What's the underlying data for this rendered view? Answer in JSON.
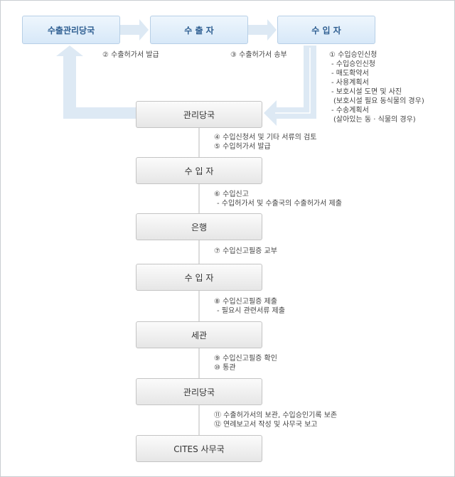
{
  "top_flow": {
    "boxes": [
      "수출관리당국",
      "수 출 자",
      "수 입 자"
    ],
    "labels": [
      "② 수출허가서 발급",
      "③ 수출허가서 송부"
    ]
  },
  "importer_application": {
    "title": "① 수입승인신청",
    "items": [
      "- 수입승인신청",
      "- 매도확약서",
      "- 사용계획서",
      "- 보호시설 도면 및 사진",
      "  (보호시설 필요 동식물의 경우)",
      "- 수송계획서",
      "  (살아있는 동 · 식물의 경우)"
    ]
  },
  "steps": [
    "관리당국",
    "수 입 자",
    "은행",
    "수 입 자",
    "세관",
    "관리당국",
    "CITES 사무국"
  ],
  "step_notes": [
    [
      "④ 수입신청서 및 기타 서류의 검토",
      "⑤ 수입허가서 발급"
    ],
    [
      "⑥ 수입신고",
      "- 수입허가서 및 수출국의 수출허가서 제출"
    ],
    [
      "⑦ 수입신고필증 교부"
    ],
    [
      "⑧ 수입신고필증 제출",
      "- 필요시 관련서류 제출"
    ],
    [
      "⑨ 수입신고필증 확인",
      "⑩ 통관"
    ],
    [
      "⑪ 수출허가서의 보관, 수입승인기록 보존",
      "⑫ 연례보고서 작성 및 사무국 보고"
    ]
  ],
  "colors": {
    "arrow_fill": "#dde9f4",
    "top_box_text": "#2f5f92",
    "connector": "#b9b9b9"
  }
}
